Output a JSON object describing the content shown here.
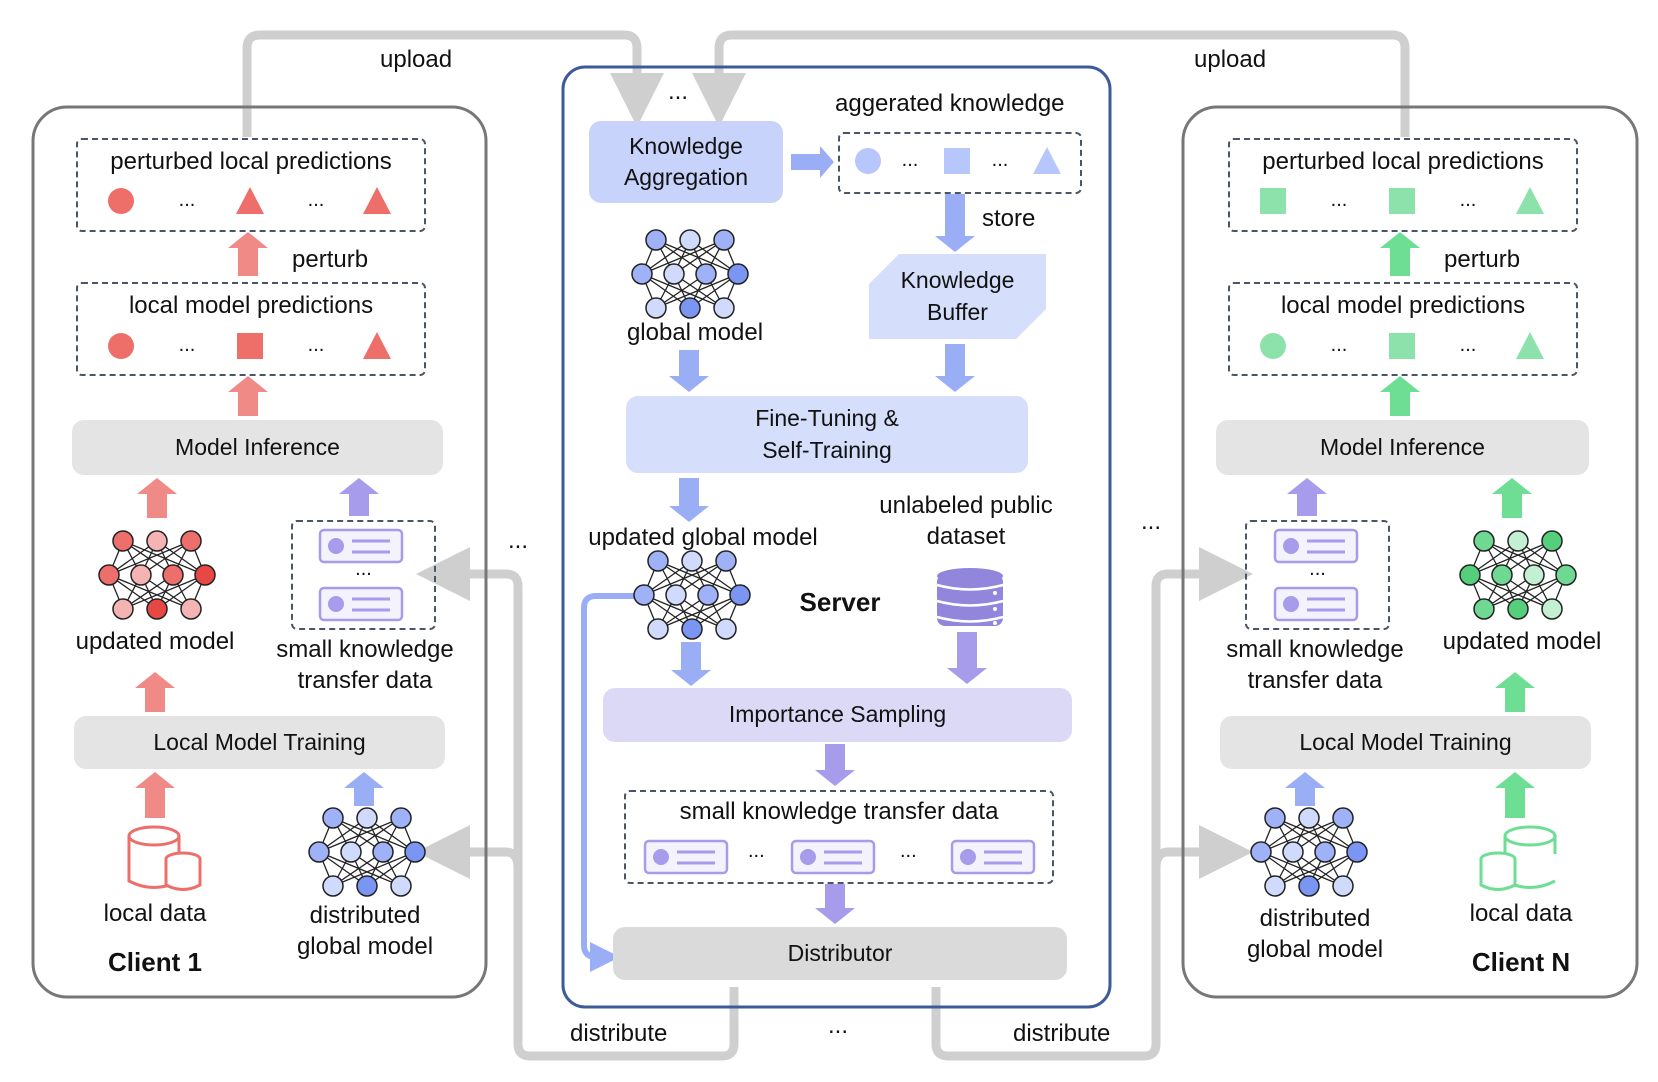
{
  "colors": {
    "client1": "#ee6f6a",
    "client1_arrow": "#f08a87",
    "clientN": "#8de2ac",
    "clientN_arrow": "#6dde93",
    "server_blue": "#9aaef6",
    "server_purple": "#a79bec",
    "flow_grey": "#cfcfcf",
    "server_border": "#3d5b99",
    "panel_border": "#777777"
  },
  "top": {
    "upload_left": "upload",
    "upload_right": "upload",
    "ellipsis_top": "..."
  },
  "client1": {
    "title": "Client 1",
    "perturbed_label": "perturbed local predictions",
    "perturbed_shapes": [
      "circle",
      "...",
      "triangle",
      "...",
      "triangle"
    ],
    "perturb_label": "perturb",
    "local_pred_label": "local model predictions",
    "local_pred_shapes": [
      "circle",
      "...",
      "square",
      "...",
      "triangle"
    ],
    "model_inference": "Model Inference",
    "updated_model": "updated model",
    "transfer_label": "small knowledge transfer data",
    "transfer_ellipsis": "...",
    "local_training": "Local Model Training",
    "local_data": "local data",
    "distributed_model": "distributed global model"
  },
  "clientN": {
    "title": "Client N",
    "perturbed_label": "perturbed local predictions",
    "perturbed_shapes": [
      "square",
      "...",
      "square",
      "...",
      "triangle"
    ],
    "perturb_label": "perturb",
    "local_pred_label": "local model predictions",
    "local_pred_shapes": [
      "circle",
      "...",
      "square",
      "...",
      "triangle"
    ],
    "model_inference": "Model Inference",
    "updated_model": "updated model",
    "transfer_label": "small knowledge transfer data",
    "transfer_ellipsis": "...",
    "local_training": "Local Model Training",
    "local_data": "local data",
    "distributed_model": "distributed global model"
  },
  "server": {
    "title": "Server",
    "knowledge_aggregation": "Knowledge Aggregation",
    "aggregated_label": "aggerated knowledge",
    "aggregated_shapes": [
      "circle",
      "...",
      "square",
      "...",
      "triangle"
    ],
    "store_label": "store",
    "knowledge_buffer": "Knowledge Buffer",
    "global_model": "global model",
    "fine_tuning": "Fine-Tuning & Self-Training",
    "updated_global_model": "updated global model",
    "public_dataset": "unlabeled public dataset",
    "importance_sampling": "Importance Sampling",
    "transfer_label": "small knowledge transfer data",
    "transfer_ellipsis_1": "...",
    "transfer_ellipsis_2": "...",
    "distributor": "Distributor"
  },
  "bottom": {
    "distribute_left": "distribute",
    "distribute_right": "distribute",
    "ellipsis_bottom": "...",
    "ellipsis_left": "...",
    "ellipsis_right": "..."
  }
}
